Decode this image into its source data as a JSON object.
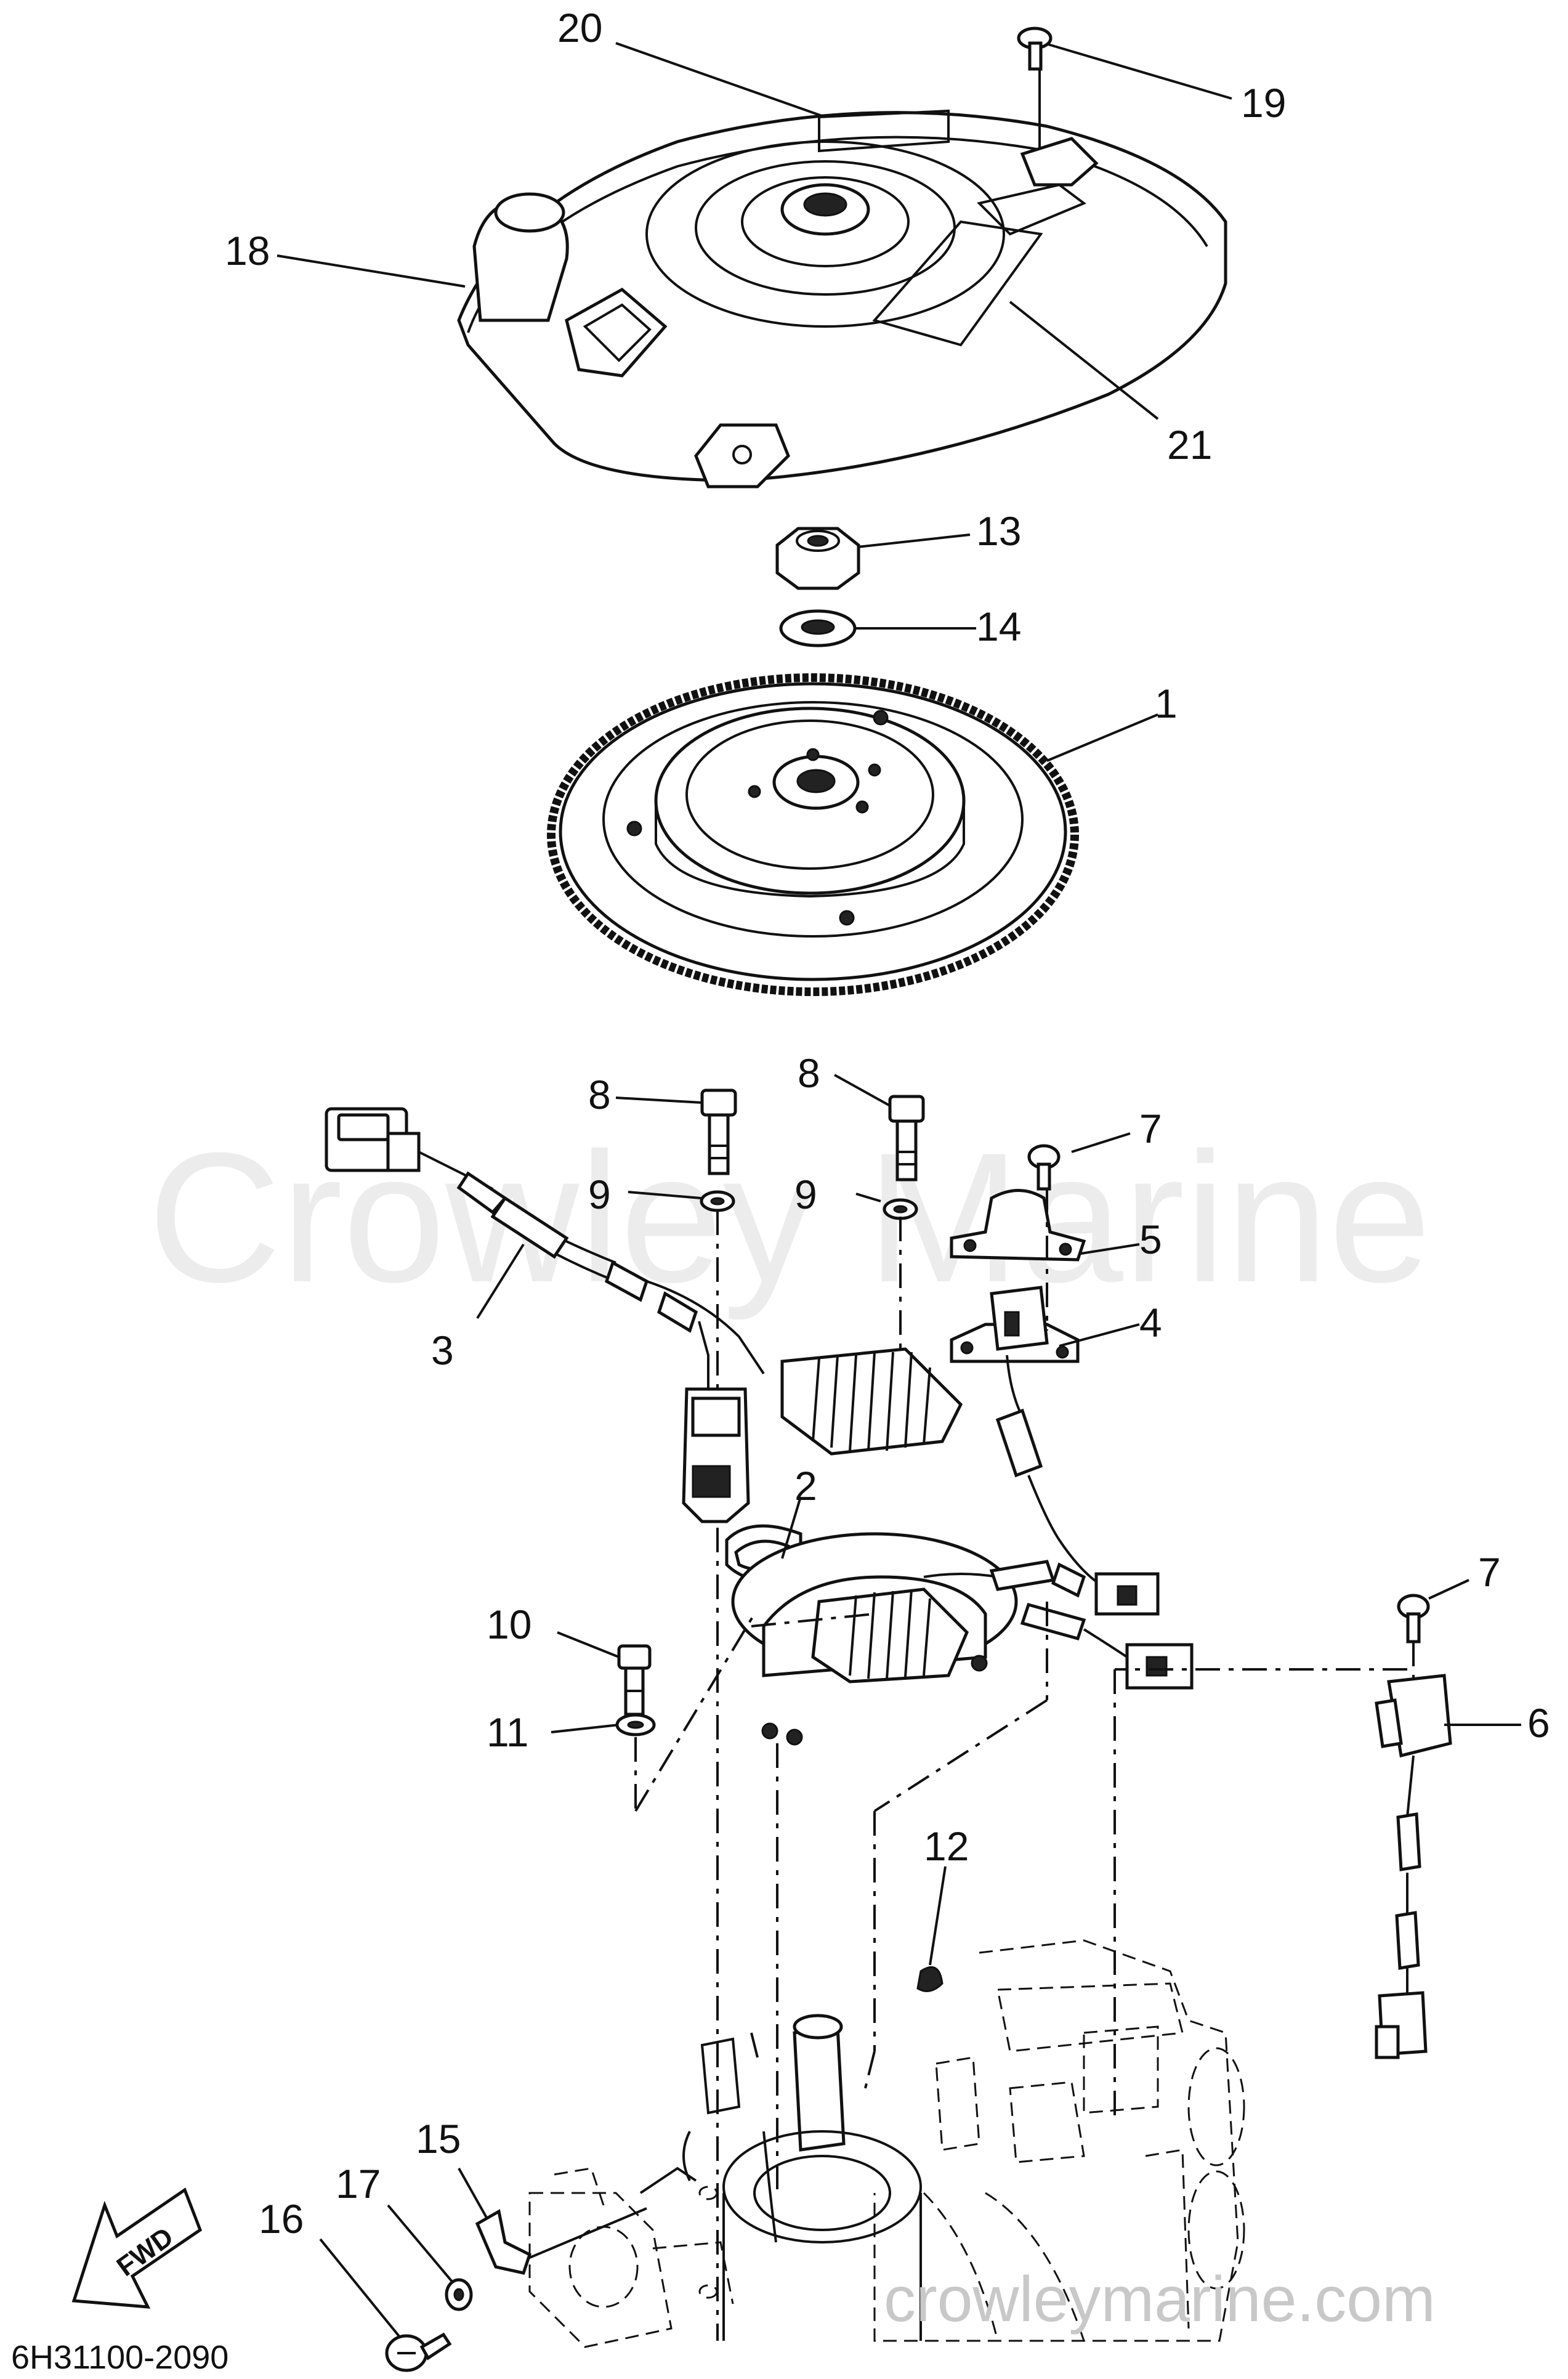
{
  "watermark": {
    "center": "Crowley Marine",
    "bottom": "crowleymarine.com"
  },
  "diagram_code": "6H31100-2090",
  "fwd_label": "FWD",
  "callouts": [
    {
      "id": "c20",
      "number": "20",
      "part": "flywheel-cover"
    },
    {
      "id": "c19",
      "number": "19",
      "part": "cover-screw"
    },
    {
      "id": "c18",
      "number": "18",
      "part": "flywheel-cover"
    },
    {
      "id": "c21",
      "number": "21",
      "part": "cover-label"
    },
    {
      "id": "c13",
      "number": "13",
      "part": "nut"
    },
    {
      "id": "c14",
      "number": "14",
      "part": "washer"
    },
    {
      "id": "c1",
      "number": "1",
      "part": "flywheel"
    },
    {
      "id": "c8a",
      "number": "8",
      "part": "bolt"
    },
    {
      "id": "c8b",
      "number": "8",
      "part": "bolt"
    },
    {
      "id": "c7a",
      "number": "7",
      "part": "screw"
    },
    {
      "id": "c9a",
      "number": "9",
      "part": "washer"
    },
    {
      "id": "c9b",
      "number": "9",
      "part": "washer"
    },
    {
      "id": "c5",
      "number": "5",
      "part": "bracket"
    },
    {
      "id": "c3",
      "number": "3",
      "part": "ignition-coil"
    },
    {
      "id": "c4",
      "number": "4",
      "part": "pulser-coil"
    },
    {
      "id": "c2",
      "number": "2",
      "part": "stator"
    },
    {
      "id": "c7b",
      "number": "7",
      "part": "screw"
    },
    {
      "id": "c10",
      "number": "10",
      "part": "bolt"
    },
    {
      "id": "c6",
      "number": "6",
      "part": "rectifier"
    },
    {
      "id": "c11",
      "number": "11",
      "part": "washer"
    },
    {
      "id": "c12",
      "number": "12",
      "part": "key"
    },
    {
      "id": "c15",
      "number": "15",
      "part": "clamp"
    },
    {
      "id": "c17",
      "number": "17",
      "part": "washer"
    },
    {
      "id": "c16",
      "number": "16",
      "part": "screw"
    }
  ]
}
